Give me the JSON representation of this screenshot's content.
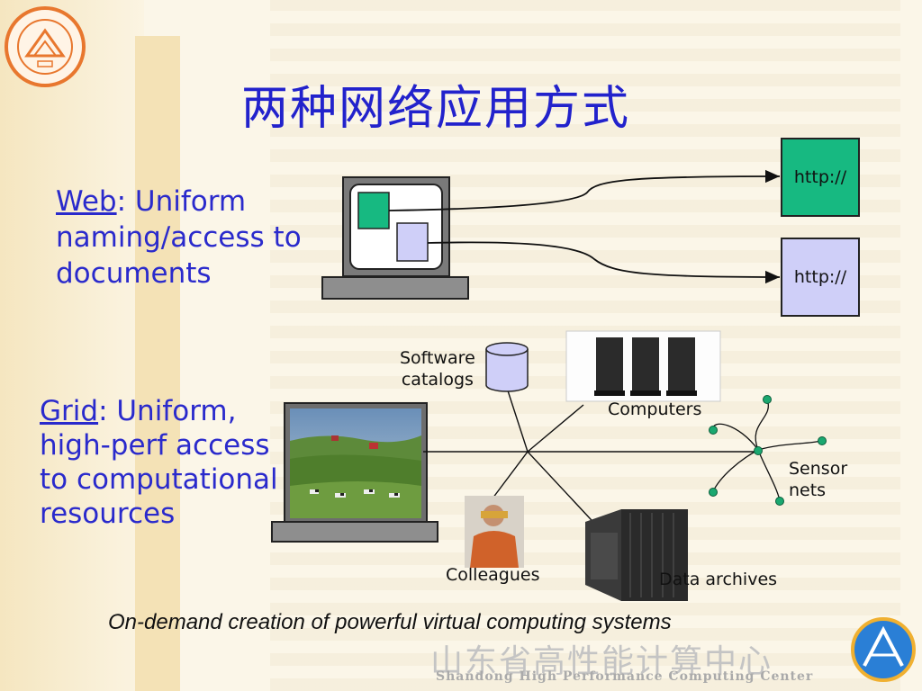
{
  "slide": {
    "title": "两种网络应用方式",
    "web": {
      "term": "Web",
      "rest_line1": ": Uniform",
      "line2": "naming/access to",
      "line3": "documents"
    },
    "http_top": "http://",
    "http_bottom": "http://",
    "grid": {
      "term": "Grid",
      "rest_line1": ": Uniform,",
      "line2": "high-perf access",
      "line3": "to computational",
      "line4": "resources"
    },
    "labels": {
      "software_line1": "Software",
      "software_line2": "catalogs",
      "computers": "Computers",
      "sensor_line1": "Sensor",
      "sensor_line2": "nets",
      "colleagues": "Colleagues",
      "data_archives": "Data archives"
    },
    "tagline": "On-demand creation of powerful virtual computing systems",
    "footer": {
      "cn": "山东省高性能计算中心",
      "en": "Shandong High Performance Computing Center"
    }
  },
  "colors": {
    "title": "#2222cc",
    "green_doc": "#17b981",
    "lavender_doc": "#cfcff8",
    "sensor_node": "#1aa870"
  }
}
